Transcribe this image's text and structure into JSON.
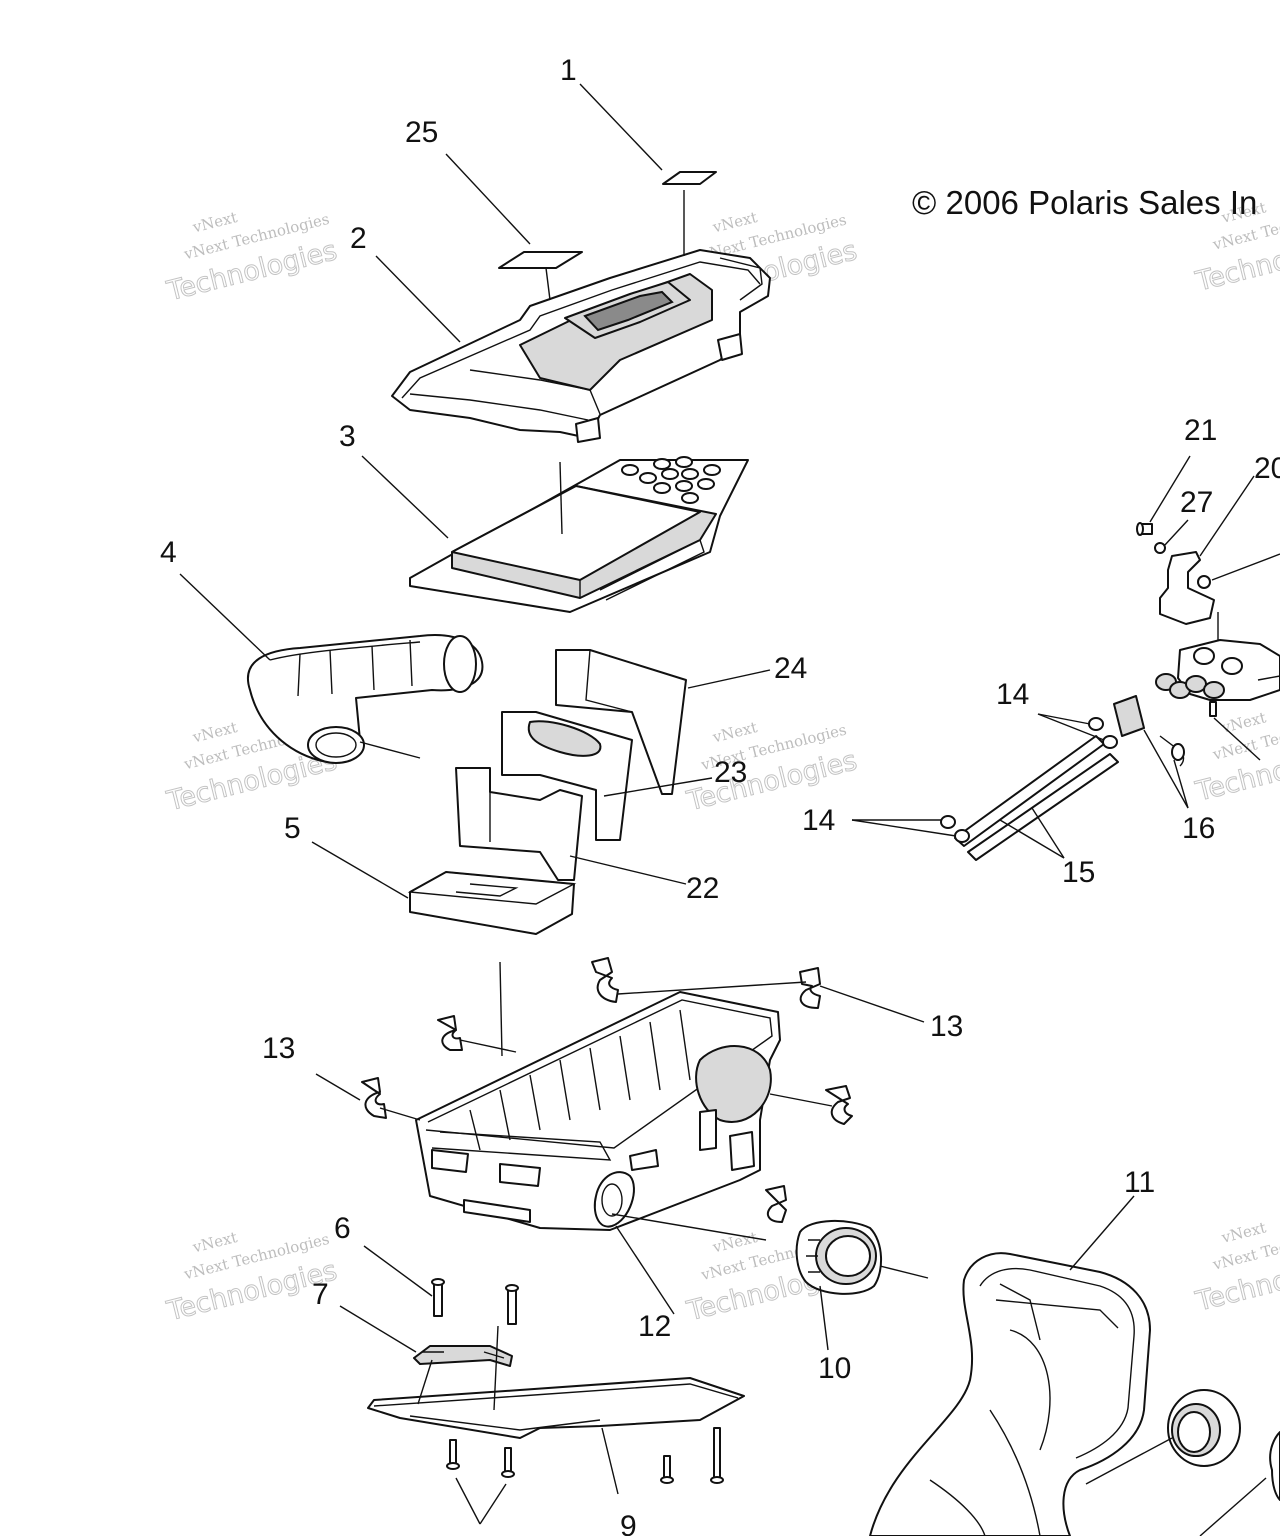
{
  "copyright": "© 2006 Polaris Sales In",
  "watermark": {
    "line1": "vNext",
    "line2": "vNext Technologies",
    "line3": "Technologies"
  },
  "callouts": {
    "c1": "1",
    "c2": "2",
    "c3": "3",
    "c4": "4",
    "c5": "5",
    "c6": "6",
    "c7": "7",
    "c9": "9",
    "c10": "10",
    "c11": "11",
    "c12": "12",
    "c13a": "13",
    "c13b": "13",
    "c14a": "14",
    "c14b": "14",
    "c15": "15",
    "c16": "16",
    "c20": "20",
    "c21": "21",
    "c22": "22",
    "c23": "23",
    "c24": "24",
    "c25": "25",
    "c27": "27"
  },
  "colors": {
    "line": "#111111",
    "watermark": "#c4c4c4"
  }
}
